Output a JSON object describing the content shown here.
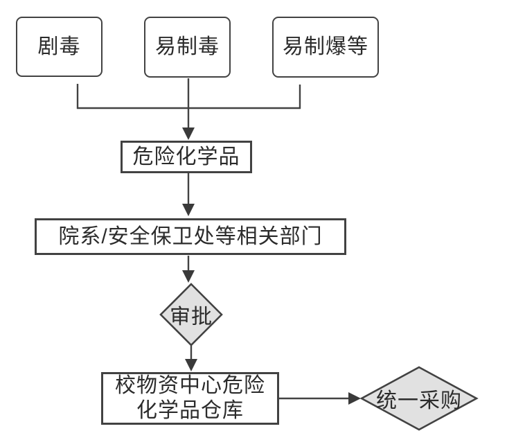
{
  "diagram": {
    "colors": {
      "stroke": "#424242",
      "diamond_fill": "#e1e1e1",
      "box_fill": "#ffffff",
      "text": "#2b2b2b",
      "background": "#ffffff"
    },
    "nodes": {
      "toxic": {
        "label": "剧毒",
        "shape": "rounded-rect"
      },
      "drug_precursor": {
        "label": "易制毒",
        "shape": "rounded-rect"
      },
      "explosive_precursor": {
        "label": "易制爆等",
        "shape": "rounded-rect"
      },
      "hazardous_chemicals": {
        "label": "危险化学品",
        "shape": "rect"
      },
      "related_departments": {
        "label": "院系/安全保卫处等相关部门",
        "shape": "rect"
      },
      "approval": {
        "label": "审批",
        "shape": "diamond"
      },
      "warehouse": {
        "label_line1": "校物资中心危险",
        "label_line2": "化学品仓库",
        "shape": "rect"
      },
      "unified_procurement": {
        "label": "统一采购",
        "shape": "diamond"
      }
    },
    "edges": [
      {
        "from": "toxic",
        "to": "hazardous_chemicals"
      },
      {
        "from": "drug_precursor",
        "to": "hazardous_chemicals"
      },
      {
        "from": "explosive_precursor",
        "to": "hazardous_chemicals"
      },
      {
        "from": "hazardous_chemicals",
        "to": "related_departments"
      },
      {
        "from": "related_departments",
        "to": "approval"
      },
      {
        "from": "approval",
        "to": "warehouse"
      },
      {
        "from": "warehouse",
        "to": "unified_procurement"
      }
    ]
  }
}
